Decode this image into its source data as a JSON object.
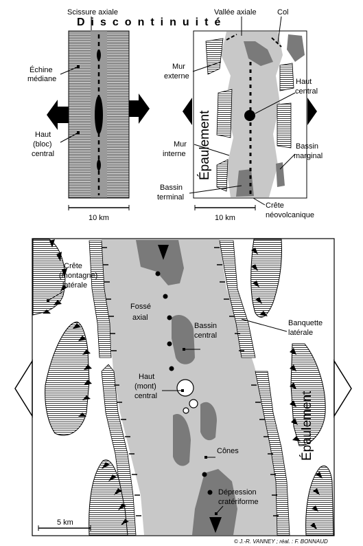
{
  "title": "Discontinuité",
  "top_left": {
    "labels": {
      "scissure": "Scissure axiale",
      "echine_1": "Échine",
      "echine_2": "médiane",
      "haut_1": "Haut",
      "haut_2": "(bloc)",
      "haut_3": "central"
    },
    "scale": "10 km"
  },
  "top_right": {
    "labels": {
      "vallee": "Vallée axiale",
      "col": "Col",
      "mur_ext_1": "Mur",
      "mur_ext_2": "externe",
      "haut_1": "Haut",
      "haut_2": "central",
      "mur_int_1": "Mur",
      "mur_int_2": "interne",
      "bassin_marg_1": "Bassin",
      "bassin_marg_2": "marginal",
      "bassin_term_1": "Bassin",
      "bassin_term_2": "terminal",
      "crete_1": "Crête",
      "crete_2": "néovolcanique",
      "epaulement": "Épaulement"
    },
    "scale": "10 km"
  },
  "bottom": {
    "labels": {
      "crete_1": "Crête",
      "crete_2": "(montagne)",
      "crete_3": "latérale",
      "fosse_1": "Fossé",
      "fosse_2": "axial",
      "bassin_1": "Bassin",
      "bassin_2": "central",
      "banquette_1": "Banquette",
      "banquette_2": "latérale",
      "haut_1": "Haut",
      "haut_2": "(mont)",
      "haut_3": "central",
      "cones": "Cônes",
      "depression_1": "Dépression",
      "depression_2": "cratériforme",
      "epaulement": "Épaulement"
    },
    "scale": "5 km",
    "credit": "© J.-R. VANNEY ; réal. : F. BONNAUD"
  },
  "colors": {
    "light_gray": "#c8c8c8",
    "dark_gray": "#7a7a7a",
    "black": "#000000",
    "white": "#ffffff"
  }
}
